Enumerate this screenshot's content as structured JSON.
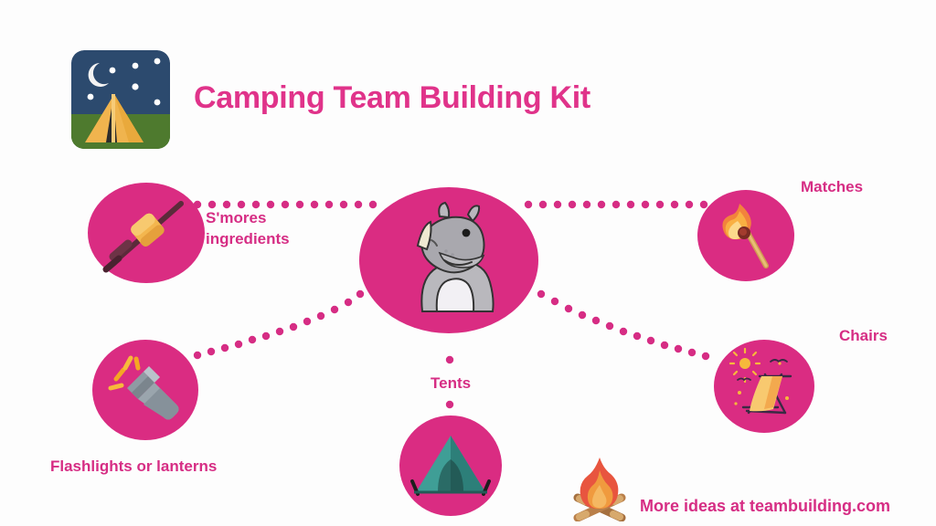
{
  "header": {
    "title": "Camping Team Building Kit",
    "logo_icon": "camping-tent-night-icon"
  },
  "theme": {
    "accent_pink": "#da2c82",
    "title_pink": "#e0338a",
    "label_pink": "#d62d84",
    "background": "#fdfdfd",
    "tent_teal": "#2e8b87",
    "dot_color": "#d62d84"
  },
  "center": {
    "icon": "rhino-mascot-icon",
    "label": ""
  },
  "nodes": [
    {
      "id": "smores",
      "label": "S'mores\ningredients",
      "icon": "marshmallow-on-stick-icon"
    },
    {
      "id": "matches",
      "label": "Matches",
      "icon": "lit-match-icon"
    },
    {
      "id": "chairs",
      "label": "Chairs",
      "icon": "deck-chair-icon"
    },
    {
      "id": "flashlights",
      "label": "Flashlights or lanterns",
      "icon": "flashlight-icon"
    },
    {
      "id": "tents",
      "label": "Tents",
      "icon": "tent-icon"
    }
  ],
  "footer": {
    "text": "More ideas at teambuilding.com",
    "icon": "campfire-icon"
  }
}
